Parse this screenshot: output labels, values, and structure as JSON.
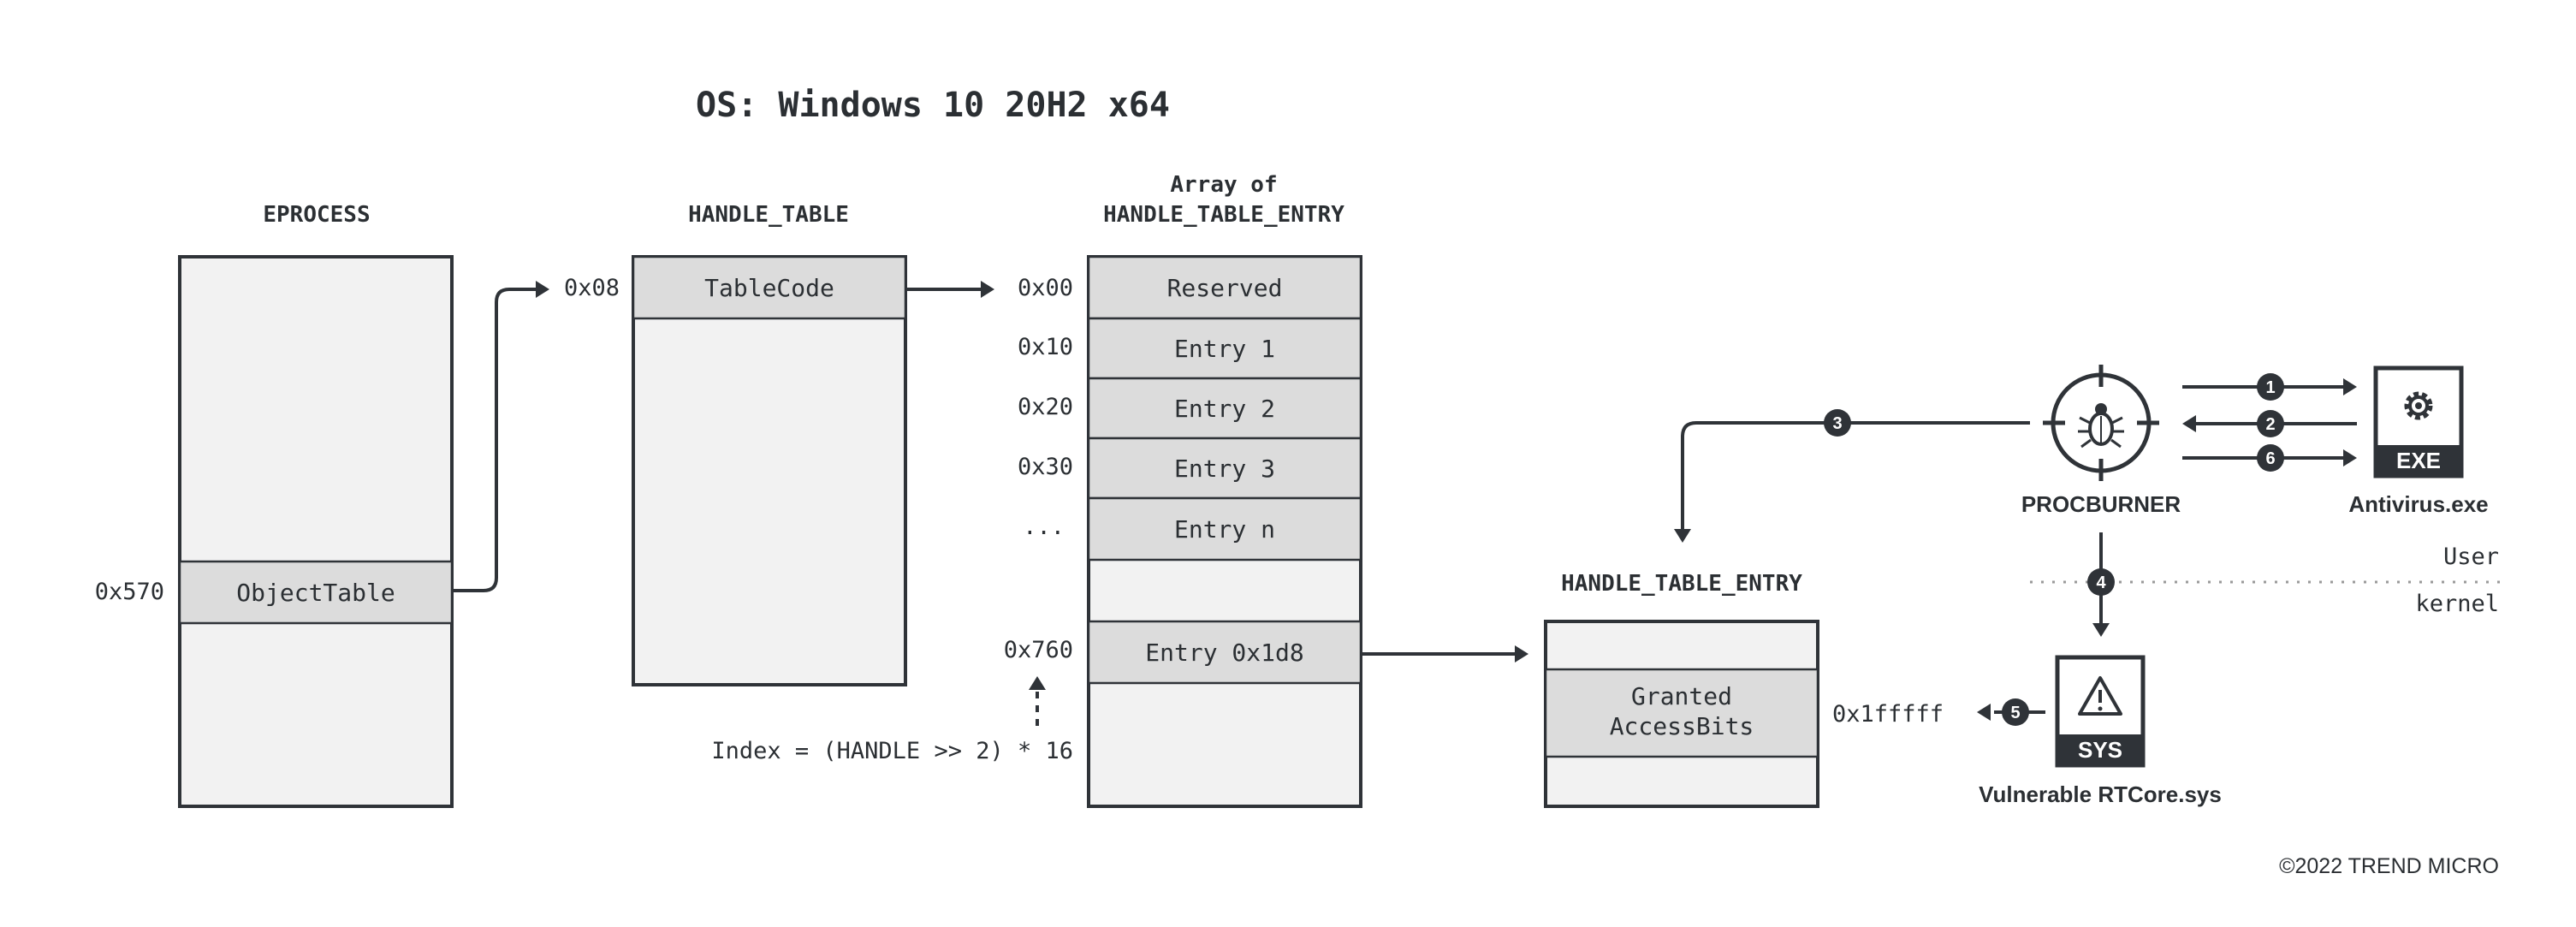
{
  "title": "OS: Windows 10 20H2 x64",
  "eprocess": {
    "header": "EPROCESS",
    "offset": "0x570",
    "field": "ObjectTable"
  },
  "handle_table": {
    "header": "HANDLE_TABLE",
    "offset": "0x08",
    "field": "TableCode"
  },
  "entry_array": {
    "header_line1": "Array of",
    "header_line2": "HANDLE_TABLE_ENTRY",
    "rows": [
      {
        "offset": "0x00",
        "label": "Reserved"
      },
      {
        "offset": "0x10",
        "label": "Entry 1"
      },
      {
        "offset": "0x20",
        "label": "Entry 2"
      },
      {
        "offset": "0x30",
        "label": "Entry 3"
      },
      {
        "offset": "...",
        "label": "Entry n"
      }
    ],
    "target": {
      "offset": "0x760",
      "label": "Entry 0x1d8"
    },
    "index_formula": "Index = (HANDLE >> 2) * 16"
  },
  "handle_entry": {
    "header": "HANDLE_TABLE_ENTRY",
    "field_line1": "Granted",
    "field_line2": "AccessBits",
    "value": "0x1fffff"
  },
  "procburner": {
    "label": "PROCBURNER",
    "icon": "bug-crosshair-icon"
  },
  "antivirus": {
    "label": "Antivirus.exe",
    "badge": "EXE",
    "icon": "gear-icon"
  },
  "driver": {
    "label": "Vulnerable RTCore.sys",
    "badge": "SYS",
    "icon": "warning-icon"
  },
  "boundary": {
    "user": "User",
    "kernel": "kernel"
  },
  "steps": [
    "1",
    "2",
    "3",
    "4",
    "5",
    "6"
  ],
  "copyright": "©2022 TREND MICRO"
}
